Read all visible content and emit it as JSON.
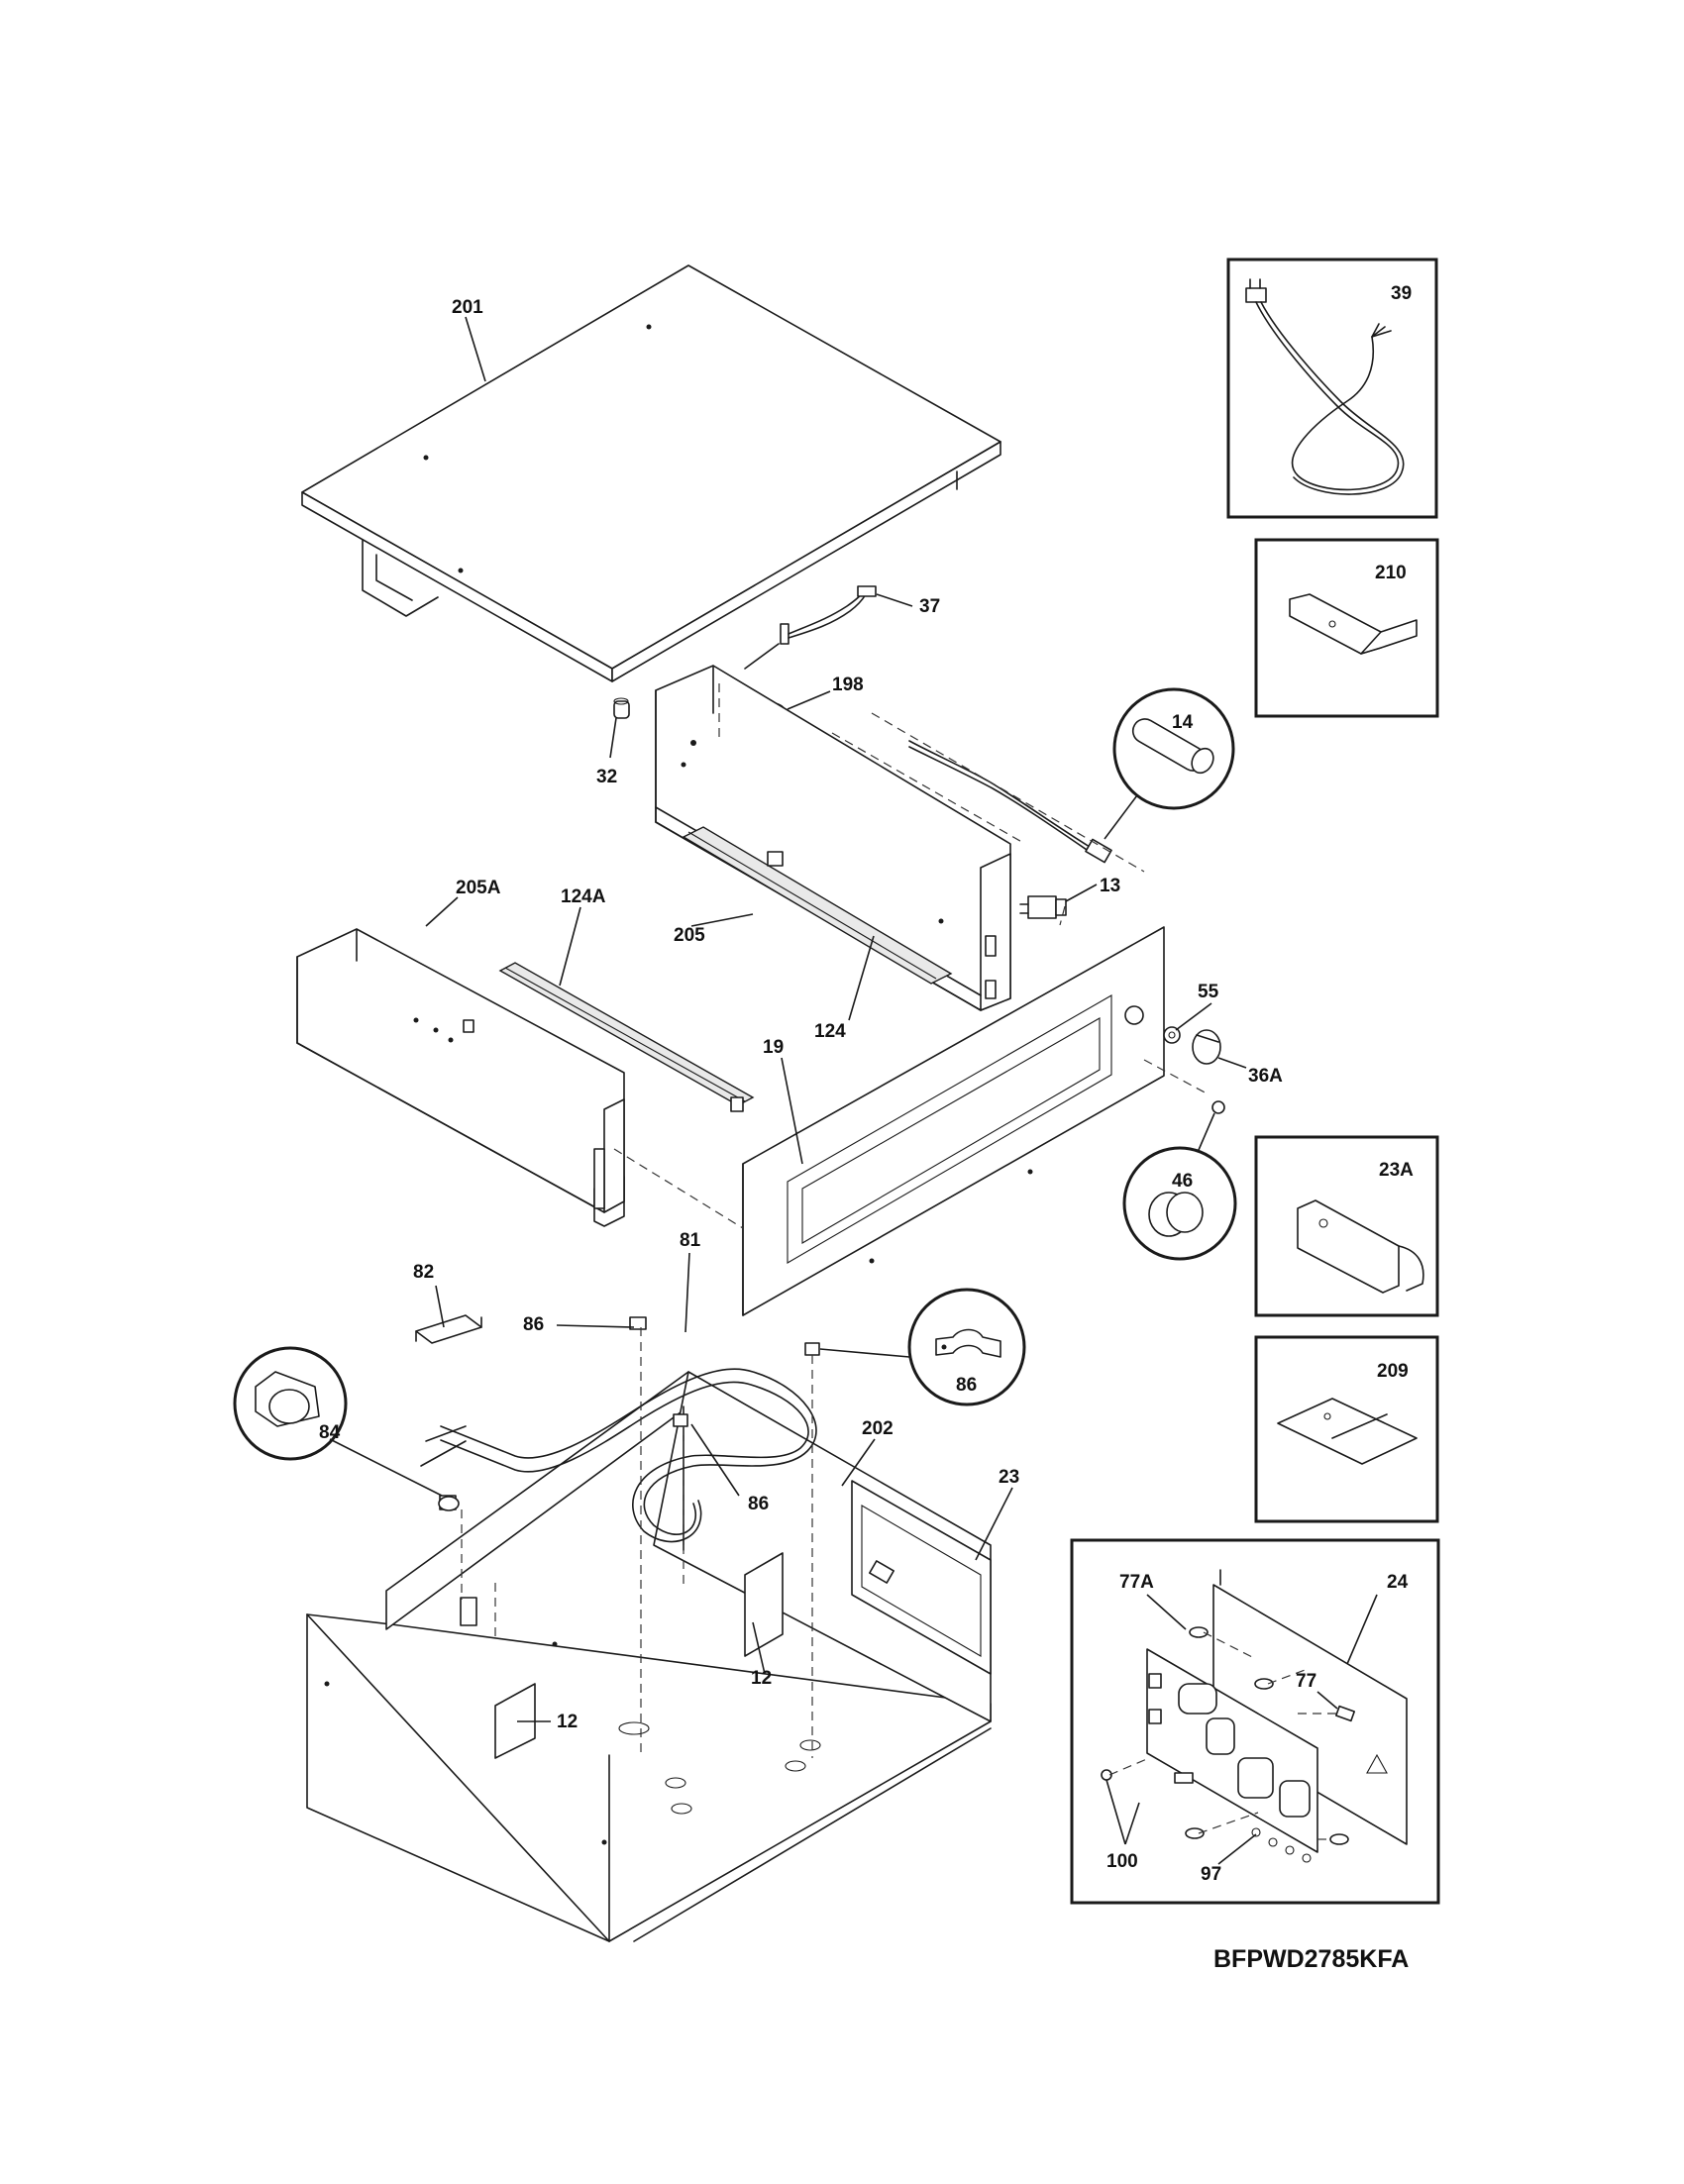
{
  "diagram": {
    "model_code": "BFPWD2785KFA",
    "part_labels": [
      "201",
      "37",
      "198",
      "32",
      "14",
      "13",
      "205A",
      "124A",
      "205",
      "124",
      "55",
      "19",
      "36A",
      "46",
      "81",
      "82",
      "86",
      "84",
      "202",
      "23",
      "12",
      "39",
      "210",
      "23A",
      "209",
      "24",
      "77A",
      "77",
      "100",
      "97"
    ]
  }
}
